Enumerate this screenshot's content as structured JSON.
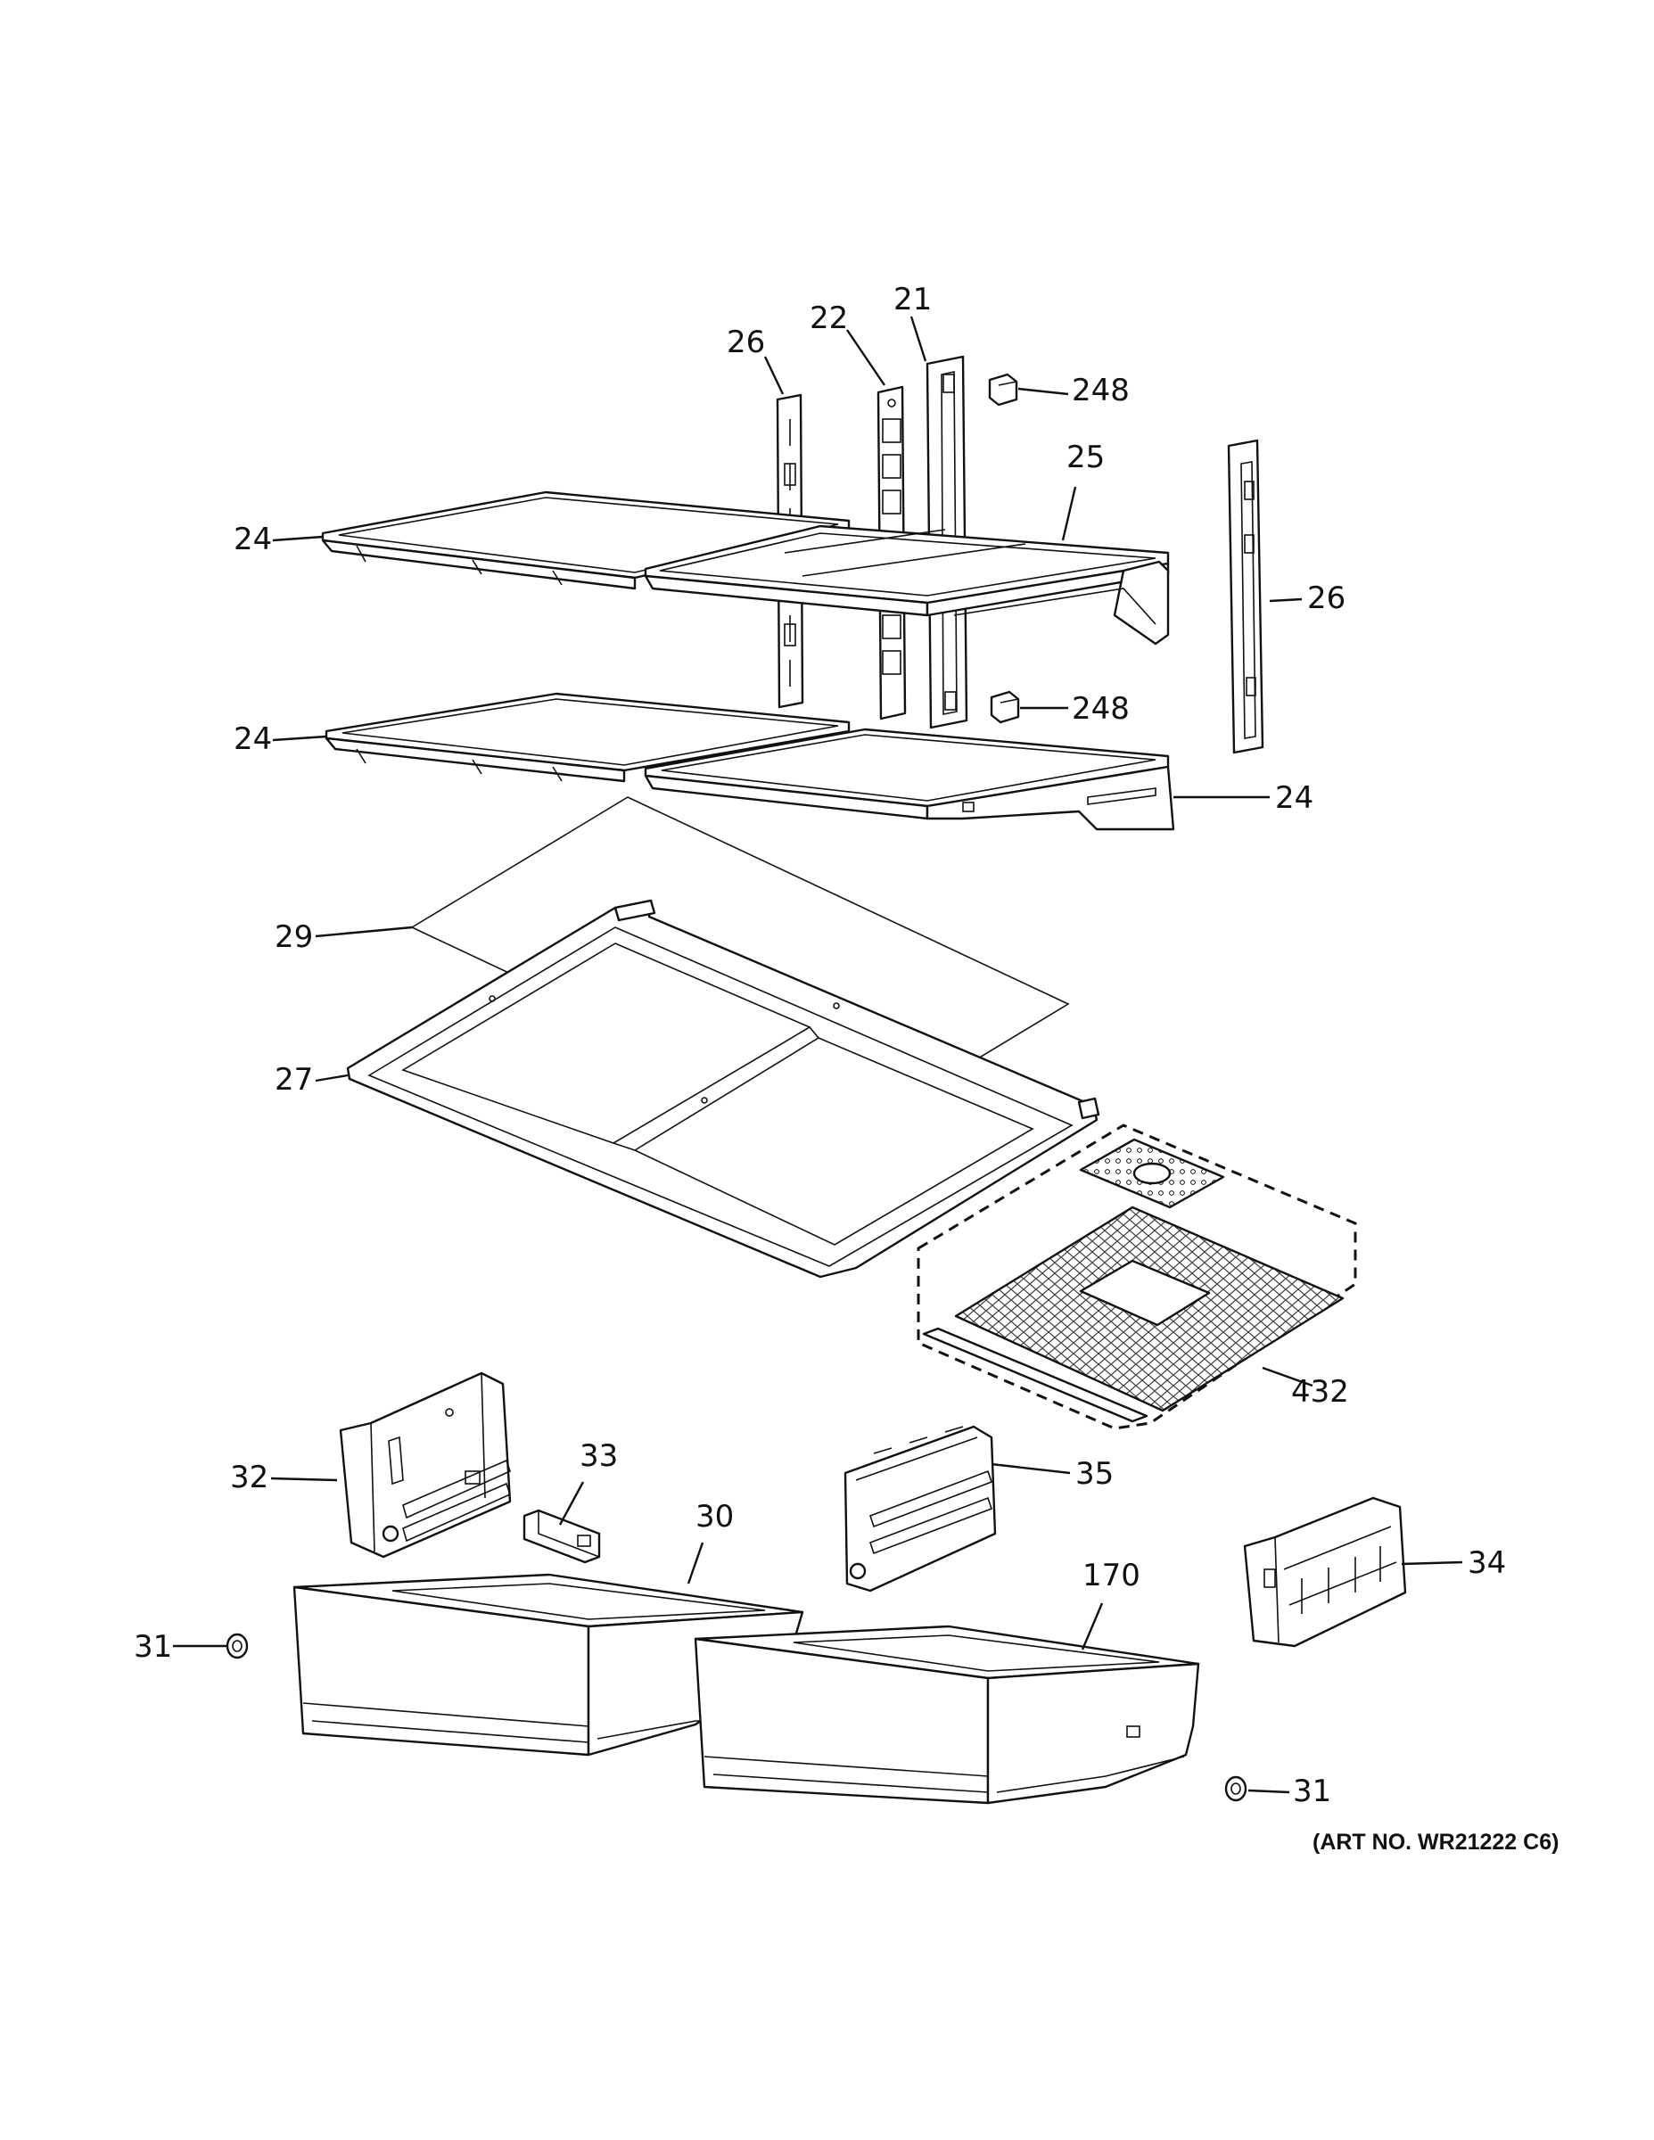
{
  "callouts": {
    "c21": "21",
    "c22": "22",
    "c26_left": "26",
    "c248_top": "248",
    "c25": "25",
    "c24_top": "24",
    "c26_right": "26",
    "c24_mid": "24",
    "c248_bottom": "248",
    "c24_right": "24",
    "c29": "29",
    "c27": "27",
    "c432": "432",
    "c32": "32",
    "c33": "33",
    "c35": "35",
    "c30": "30",
    "c170": "170",
    "c34": "34",
    "c31_left": "31",
    "c31_right": "31"
  },
  "art_number": "(ART NO. WR21222 C6)"
}
